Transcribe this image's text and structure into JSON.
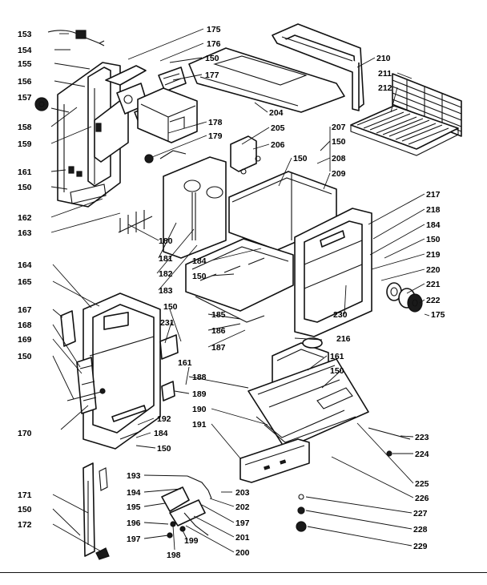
{
  "callouts": {
    "n153": "153",
    "n154": "154",
    "n155": "155",
    "n156": "156",
    "n157": "157",
    "n158": "158",
    "n159": "159",
    "n161a": "161",
    "n150a": "150",
    "n162": "162",
    "n163": "163",
    "n175a": "175",
    "n176": "176",
    "n150b": "150",
    "n177": "177",
    "n204": "204",
    "n178": "178",
    "n179": "179",
    "n205": "205",
    "n206": "206",
    "n150c": "150",
    "n180": "180",
    "n181": "181",
    "n182": "182",
    "n183": "183",
    "n184a": "184",
    "n150d": "150",
    "n210": "210",
    "n211": "211",
    "n212": "212",
    "n207": "207",
    "n150e": "150",
    "n208": "208",
    "n209": "209",
    "n217": "217",
    "n218": "218",
    "n184b": "184",
    "n150f": "150",
    "n219": "219",
    "n220": "220",
    "n221": "221",
    "n222": "222",
    "n175b": "175",
    "n230": "230",
    "n164": "164",
    "n165": "165",
    "n167": "167",
    "n168": "168",
    "n169": "169",
    "n150g": "150",
    "n170": "170",
    "n150h": "150",
    "n231": "231",
    "n185": "185",
    "n186": "186",
    "n187": "187",
    "n216": "216",
    "n161b": "161",
    "n161c": "161",
    "n150i": "150",
    "n188": "188",
    "n189": "189",
    "n190": "190",
    "n191": "191",
    "n192": "192",
    "n184c": "184",
    "n150j": "150",
    "n223": "223",
    "n224": "224",
    "n225": "225",
    "n226": "226",
    "n227": "227",
    "n228": "228",
    "n229": "229",
    "n171": "171",
    "n150k": "150",
    "n172": "172",
    "n193": "193",
    "n194": "194",
    "n195": "195",
    "n196": "196",
    "n197a": "197",
    "n198": "198",
    "n199": "199",
    "n200": "200",
    "n201": "201",
    "n197b": "197",
    "n202": "202",
    "n203": "203"
  }
}
